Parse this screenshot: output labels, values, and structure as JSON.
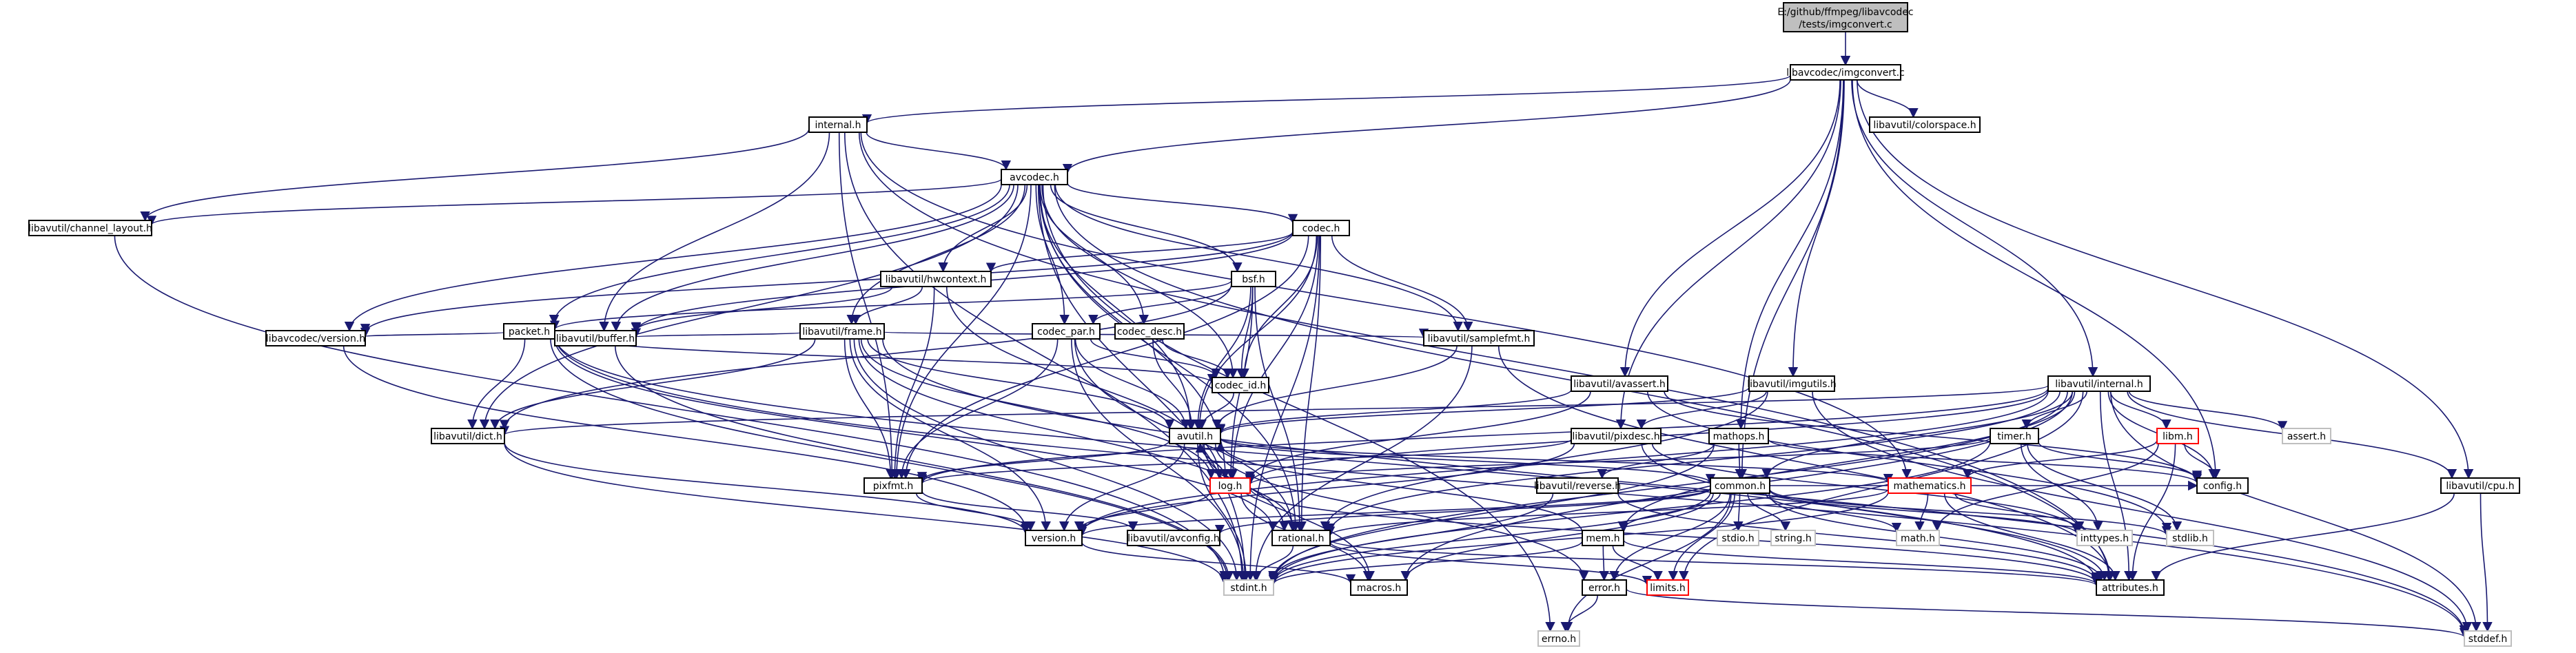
{
  "colors": {
    "edge": "#191970",
    "node_border": "#000000",
    "node_fill": "#ffffff",
    "root_fill": "#bfbfbf",
    "missing_border": "#ff0000",
    "leaf_border": "#bfbfbf"
  },
  "root": {
    "label_line1": "E:/github/ffmpeg/libavcodec",
    "label_line2": "/tests/imgconvert.c"
  },
  "nodes": [
    {
      "id": "imgconvert",
      "label": "libavcodec/imgconvert.c",
      "kind": "normal"
    },
    {
      "id": "internal",
      "label": "internal.h",
      "kind": "normal"
    },
    {
      "id": "colorspace",
      "label": "libavutil/colorspace.h",
      "kind": "normal"
    },
    {
      "id": "avcodec",
      "label": "avcodec.h",
      "kind": "normal"
    },
    {
      "id": "chlayout",
      "label": "libavutil/channel_layout.h",
      "kind": "normal"
    },
    {
      "id": "codec",
      "label": "codec.h",
      "kind": "normal"
    },
    {
      "id": "hwcontext",
      "label": "libavutil/hwcontext.h",
      "kind": "normal"
    },
    {
      "id": "bsf",
      "label": "bsf.h",
      "kind": "normal"
    },
    {
      "id": "packet",
      "label": "packet.h",
      "kind": "normal"
    },
    {
      "id": "frame",
      "label": "libavutil/frame.h",
      "kind": "normal"
    },
    {
      "id": "codecpar",
      "label": "codec_par.h",
      "kind": "normal"
    },
    {
      "id": "codecdesc",
      "label": "codec_desc.h",
      "kind": "normal"
    },
    {
      "id": "samplefmt",
      "label": "libavutil/samplefmt.h",
      "kind": "normal"
    },
    {
      "id": "avversion",
      "label": "libavcodec/version.h",
      "kind": "normal"
    },
    {
      "id": "buffer",
      "label": "libavutil/buffer.h",
      "kind": "normal"
    },
    {
      "id": "codecid",
      "label": "codec_id.h",
      "kind": "normal"
    },
    {
      "id": "avassert",
      "label": "libavutil/avassert.h",
      "kind": "normal"
    },
    {
      "id": "imgutils",
      "label": "libavutil/imgutils.h",
      "kind": "normal"
    },
    {
      "id": "utilinternal",
      "label": "libavutil/internal.h",
      "kind": "normal"
    },
    {
      "id": "dict",
      "label": "libavutil/dict.h",
      "kind": "normal"
    },
    {
      "id": "avutil",
      "label": "avutil.h",
      "kind": "normal"
    },
    {
      "id": "pixdesc",
      "label": "libavutil/pixdesc.h",
      "kind": "normal"
    },
    {
      "id": "mathops",
      "label": "mathops.h",
      "kind": "normal"
    },
    {
      "id": "timer",
      "label": "timer.h",
      "kind": "normal"
    },
    {
      "id": "libm",
      "label": "libm.h",
      "kind": "missing"
    },
    {
      "id": "assert",
      "label": "assert.h",
      "kind": "leaf"
    },
    {
      "id": "config",
      "label": "config.h",
      "kind": "normal"
    },
    {
      "id": "cpu",
      "label": "libavutil/cpu.h",
      "kind": "normal"
    },
    {
      "id": "pixfmt",
      "label": "pixfmt.h",
      "kind": "normal"
    },
    {
      "id": "log",
      "label": "log.h",
      "kind": "missing"
    },
    {
      "id": "reverse",
      "label": "libavutil/reverse.h",
      "kind": "normal"
    },
    {
      "id": "common",
      "label": "common.h",
      "kind": "normal"
    },
    {
      "id": "mathematics",
      "label": "mathematics.h",
      "kind": "missing"
    },
    {
      "id": "version",
      "label": "version.h",
      "kind": "normal"
    },
    {
      "id": "avconfig",
      "label": "libavutil/avconfig.h",
      "kind": "normal"
    },
    {
      "id": "rational",
      "label": "rational.h",
      "kind": "normal"
    },
    {
      "id": "stdio",
      "label": "stdio.h",
      "kind": "leaf"
    },
    {
      "id": "string",
      "label": "string.h",
      "kind": "leaf"
    },
    {
      "id": "math",
      "label": "math.h",
      "kind": "leaf"
    },
    {
      "id": "inttypes",
      "label": "inttypes.h",
      "kind": "leaf"
    },
    {
      "id": "stdlib",
      "label": "stdlib.h",
      "kind": "leaf"
    },
    {
      "id": "mem",
      "label": "mem.h",
      "kind": "normal"
    },
    {
      "id": "stdint",
      "label": "stdint.h",
      "kind": "leaf"
    },
    {
      "id": "macros",
      "label": "macros.h",
      "kind": "normal"
    },
    {
      "id": "error",
      "label": "error.h",
      "kind": "normal"
    },
    {
      "id": "limits",
      "label": "limits.h",
      "kind": "missing"
    },
    {
      "id": "attributes",
      "label": "attributes.h",
      "kind": "normal"
    },
    {
      "id": "errno",
      "label": "errno.h",
      "kind": "leaf"
    },
    {
      "id": "stddef",
      "label": "stddef.h",
      "kind": "leaf"
    }
  ],
  "edges": [
    [
      "root",
      "imgconvert"
    ],
    [
      "imgconvert",
      "internal"
    ],
    [
      "imgconvert",
      "colorspace"
    ],
    [
      "imgconvert",
      "avcodec"
    ],
    [
      "imgconvert",
      "avassert"
    ],
    [
      "imgconvert",
      "imgutils"
    ],
    [
      "imgconvert",
      "utilinternal"
    ],
    [
      "imgconvert",
      "pixdesc"
    ],
    [
      "imgconvert",
      "mathops"
    ],
    [
      "imgconvert",
      "config"
    ],
    [
      "imgconvert",
      "common"
    ],
    [
      "imgconvert",
      "cpu"
    ],
    [
      "internal",
      "avcodec"
    ],
    [
      "internal",
      "chlayout"
    ],
    [
      "internal",
      "buffer"
    ],
    [
      "internal",
      "pixfmt"
    ],
    [
      "internal",
      "stdint"
    ],
    [
      "internal",
      "mathematics"
    ],
    [
      "internal",
      "attributes"
    ],
    [
      "avcodec",
      "chlayout"
    ],
    [
      "avcodec",
      "codec"
    ],
    [
      "avcodec",
      "hwcontext"
    ],
    [
      "avcodec",
      "bsf"
    ],
    [
      "avcodec",
      "packet"
    ],
    [
      "avcodec",
      "frame"
    ],
    [
      "avcodec",
      "codecpar"
    ],
    [
      "avcodec",
      "codecdesc"
    ],
    [
      "avcodec",
      "samplefmt"
    ],
    [
      "avcodec",
      "avversion"
    ],
    [
      "avcodec",
      "buffer"
    ],
    [
      "avcodec",
      "codecid"
    ],
    [
      "avcodec",
      "dict"
    ],
    [
      "avcodec",
      "avutil"
    ],
    [
      "avcodec",
      "pixfmt"
    ],
    [
      "avcodec",
      "log"
    ],
    [
      "avcodec",
      "rational"
    ],
    [
      "avcodec",
      "attributes"
    ],
    [
      "avcodec",
      "errno"
    ],
    [
      "avcodec",
      "stdint"
    ],
    [
      "chlayout",
      "stdint"
    ],
    [
      "codec",
      "hwcontext"
    ],
    [
      "codec",
      "codecid"
    ],
    [
      "codec",
      "avutil"
    ],
    [
      "codec",
      "samplefmt"
    ],
    [
      "codec",
      "avversion"
    ],
    [
      "codec",
      "log"
    ],
    [
      "codec",
      "pixfmt"
    ],
    [
      "codec",
      "rational"
    ],
    [
      "codec",
      "stdint"
    ],
    [
      "codec",
      "buffer"
    ],
    [
      "hwcontext",
      "frame"
    ],
    [
      "hwcontext",
      "buffer"
    ],
    [
      "hwcontext",
      "pixfmt"
    ],
    [
      "hwcontext",
      "log"
    ],
    [
      "bsf",
      "packet"
    ],
    [
      "bsf",
      "codecpar"
    ],
    [
      "bsf",
      "codecid"
    ],
    [
      "bsf",
      "log"
    ],
    [
      "bsf",
      "rational"
    ],
    [
      "bsf",
      "dict"
    ],
    [
      "bsf",
      "avutil"
    ],
    [
      "packet",
      "avversion"
    ],
    [
      "packet",
      "buffer"
    ],
    [
      "packet",
      "dict"
    ],
    [
      "packet",
      "rational"
    ],
    [
      "packet",
      "attributes"
    ],
    [
      "packet",
      "stdint"
    ],
    [
      "packet",
      "stddef"
    ],
    [
      "packet",
      "codecid"
    ],
    [
      "frame",
      "buffer"
    ],
    [
      "frame",
      "dict"
    ],
    [
      "frame",
      "avutil"
    ],
    [
      "frame",
      "pixfmt"
    ],
    [
      "frame",
      "rational"
    ],
    [
      "frame",
      "samplefmt"
    ],
    [
      "frame",
      "version"
    ],
    [
      "frame",
      "stdint"
    ],
    [
      "frame",
      "stddef"
    ],
    [
      "frame",
      "log"
    ],
    [
      "codecpar",
      "codecid"
    ],
    [
      "codecpar",
      "avutil"
    ],
    [
      "codecpar",
      "pixfmt"
    ],
    [
      "codecpar",
      "rational"
    ],
    [
      "codecpar",
      "stdint"
    ],
    [
      "codecdesc",
      "codecid"
    ],
    [
      "codecdesc",
      "avutil"
    ],
    [
      "samplefmt",
      "avutil"
    ],
    [
      "samplefmt",
      "attributes"
    ],
    [
      "samplefmt",
      "stdint"
    ],
    [
      "avversion",
      "version"
    ],
    [
      "buffer",
      "stdint"
    ],
    [
      "codecid",
      "avutil"
    ],
    [
      "avassert",
      "log"
    ],
    [
      "avassert",
      "config"
    ],
    [
      "avassert",
      "stdlib"
    ],
    [
      "avassert",
      "avutil"
    ],
    [
      "imgutils",
      "avutil"
    ],
    [
      "imgutils",
      "pixdesc"
    ],
    [
      "imgutils",
      "rational"
    ],
    [
      "imgutils",
      "stddef"
    ],
    [
      "utilinternal",
      "config"
    ],
    [
      "utilinternal",
      "attributes"
    ],
    [
      "utilinternal",
      "timer"
    ],
    [
      "utilinternal",
      "cpu"
    ],
    [
      "utilinternal",
      "dict"
    ],
    [
      "utilinternal",
      "pixfmt"
    ],
    [
      "utilinternal",
      "version"
    ],
    [
      "utilinternal",
      "assert"
    ],
    [
      "utilinternal",
      "libm"
    ],
    [
      "utilinternal",
      "limits"
    ],
    [
      "utilinternal",
      "stdint"
    ],
    [
      "utilinternal",
      "stddef"
    ],
    [
      "utilinternal",
      "common"
    ],
    [
      "utilinternal",
      "macros"
    ],
    [
      "utilinternal",
      "log"
    ],
    [
      "utilinternal",
      "rational"
    ],
    [
      "utilinternal",
      "mem"
    ],
    [
      "dict",
      "stdint"
    ],
    [
      "dict",
      "version"
    ],
    [
      "avutil",
      "common"
    ],
    [
      "avutil",
      "rational"
    ],
    [
      "avutil",
      "version"
    ],
    [
      "avutil",
      "macros"
    ],
    [
      "avutil",
      "mathematics"
    ],
    [
      "avutil",
      "log"
    ],
    [
      "avutil",
      "pixfmt"
    ],
    [
      "avutil",
      "stdint"
    ],
    [
      "avutil",
      "error"
    ],
    [
      "pixdesc",
      "attributes"
    ],
    [
      "pixdesc",
      "pixfmt"
    ],
    [
      "pixdesc",
      "version"
    ],
    [
      "pixdesc",
      "inttypes"
    ],
    [
      "mathops",
      "config"
    ],
    [
      "mathops",
      "common"
    ],
    [
      "mathops",
      "reverse"
    ],
    [
      "mathops",
      "stdint"
    ],
    [
      "timer",
      "config"
    ],
    [
      "timer",
      "inttypes"
    ],
    [
      "timer",
      "stdlib"
    ],
    [
      "timer",
      "log"
    ],
    [
      "timer",
      "stdint"
    ],
    [
      "libm",
      "config"
    ],
    [
      "libm",
      "math"
    ],
    [
      "libm",
      "attributes"
    ],
    [
      "libm",
      "mathematics"
    ],
    [
      "libm",
      "intfloat"
    ],
    [
      "cpu",
      "attributes"
    ],
    [
      "cpu",
      "stddef"
    ],
    [
      "pixfmt",
      "version"
    ],
    [
      "pixfmt",
      "avconfig"
    ],
    [
      "log",
      "avutil"
    ],
    [
      "log",
      "attributes"
    ],
    [
      "log",
      "version"
    ],
    [
      "log",
      "macros"
    ],
    [
      "reverse",
      "stdint"
    ],
    [
      "reverse",
      "attributes"
    ],
    [
      "common",
      "errno"
    ],
    [
      "common",
      "inttypes"
    ],
    [
      "common",
      "limits"
    ],
    [
      "common",
      "math"
    ],
    [
      "common",
      "stdint"
    ],
    [
      "common",
      "stdio"
    ],
    [
      "common",
      "stdlib"
    ],
    [
      "common",
      "string"
    ],
    [
      "common",
      "attributes"
    ],
    [
      "common",
      "macros"
    ],
    [
      "common",
      "version"
    ],
    [
      "common",
      "avconfig"
    ],
    [
      "common",
      "mem"
    ],
    [
      "common",
      "error"
    ],
    [
      "common",
      "config"
    ],
    [
      "mathematics",
      "stdint"
    ],
    [
      "mathematics",
      "math"
    ],
    [
      "mathematics",
      "attributes"
    ],
    [
      "mathematics",
      "rational"
    ],
    [
      "mathematics",
      "inttypes"
    ],
    [
      "version",
      "macros"
    ],
    [
      "rational",
      "stdint"
    ],
    [
      "rational",
      "limits"
    ],
    [
      "rational",
      "attributes"
    ],
    [
      "mem",
      "limits"
    ],
    [
      "mem",
      "stdint"
    ],
    [
      "mem",
      "attributes"
    ],
    [
      "mem",
      "error"
    ],
    [
      "mem",
      "avutil"
    ],
    [
      "error",
      "errno"
    ],
    [
      "error",
      "stddef"
    ]
  ]
}
